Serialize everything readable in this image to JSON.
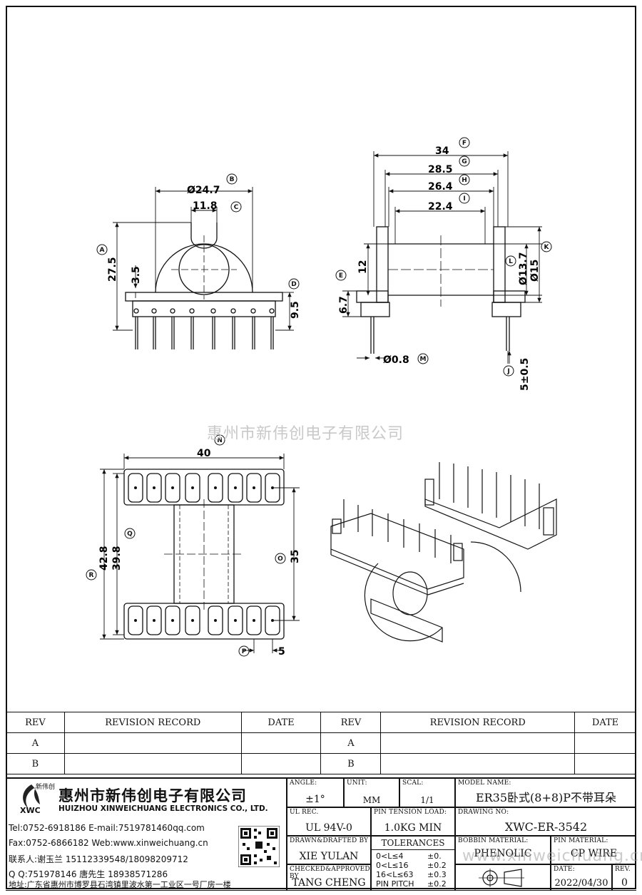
{
  "watermark": "惠州市新伟创电子有限公司",
  "dimensions": {
    "d_b": "Ø24.7",
    "d_c": "11.8",
    "d_a": "27.5",
    "d_35": "3.5",
    "d_d": "9.5",
    "d_f": "34",
    "d_g": "28.5",
    "d_h": "26.4",
    "d_i": "22.4",
    "d_12": "12",
    "d_67": "6.7",
    "d_l": "Ø13.7",
    "d_k": "Ø15",
    "d_m": "Ø0.8",
    "d_j": "5±0.5",
    "d_n": "40",
    "d_r": "42.8",
    "d_q": "39.8",
    "d_o": "35",
    "d_p": "5"
  },
  "callouts": {
    "a": "A",
    "b": "B",
    "c": "C",
    "d": "D",
    "e": "E",
    "f": "F",
    "g": "G",
    "h": "H",
    "i": "I",
    "j": "J",
    "k": "K",
    "l": "L",
    "m": "M",
    "n": "N",
    "o": "O",
    "p": "P",
    "q": "Q",
    "r": "R"
  },
  "revision": {
    "headers": [
      "REV",
      "REVISION RECORD",
      "DATE",
      "REV",
      "REVISION RECORD",
      "DATE"
    ],
    "rows": [
      [
        "A",
        "",
        "",
        "A",
        "",
        ""
      ],
      [
        "B",
        "",
        "",
        "B",
        "",
        ""
      ]
    ]
  },
  "company": {
    "logo_text": "XWC",
    "logo_cn": "新伟创",
    "name_cn": "惠州市新伟创电子有限公司",
    "name_en": "HUIZHOU XINWEICHUANG ELECTRONICS CO., LTD.",
    "tel": "Tel:0752-6918186 E-mail:7519781460qq.com",
    "fax": "Fax:0752-6866182 Web:www.xinweichuang.cn",
    "contact": "联系人:谢玉兰 15112339548/18098209712",
    "qq": "Q Q:751978146      唐先生 18938571286",
    "address": "地址:广东省惠州市博罗县石湾镇里波水第一工业区一号厂房一楼"
  },
  "title_block": {
    "angle_label": "ANGLE:",
    "angle": "±1°",
    "unit_label": "UNIT:",
    "unit": "MM",
    "scale_label": "SCAL:",
    "scale": "1/1",
    "model_label": "MODEL NAME:",
    "model": "ER35卧式(8+8)P不带耳朵",
    "ul_label": "UL REC.",
    "ul": "UL 94V-0",
    "pin_tension_label": "PIN TENSION LOAD:",
    "pin_tension": "1.0KG MIN",
    "drawing_no_label": "DRAWING NO:",
    "drawing_no": "XWC-ER-3542",
    "drawn_label": "DRAWN&DRAFTED BY",
    "drawn": "XIE YULAN",
    "tolerances_label": "TOLERANCES",
    "tol1": "0<L≤4",
    "tol1v": "±0.",
    "tol2": "0<L≤16",
    "tol2v": "±0.2",
    "tol3": "16<L≤63",
    "tol3v": "±0.3",
    "tol4": "PIN PITCH",
    "tol4v": "±0.2",
    "bobbin_label": "BOBBIN MATERIAL:",
    "bobbin": "PHENOLIC",
    "pin_mat_label": "PIN MATERIAL:",
    "pin_mat": "CP WIRE",
    "checked_label": "CHECKED&APPROVED BY",
    "checked": "TANG CHENG",
    "date_label": "DATE:",
    "date": "2022/04/30",
    "rev_label": "REV.",
    "rev": "0",
    "wm2": "www.xinweichuang.cn"
  }
}
